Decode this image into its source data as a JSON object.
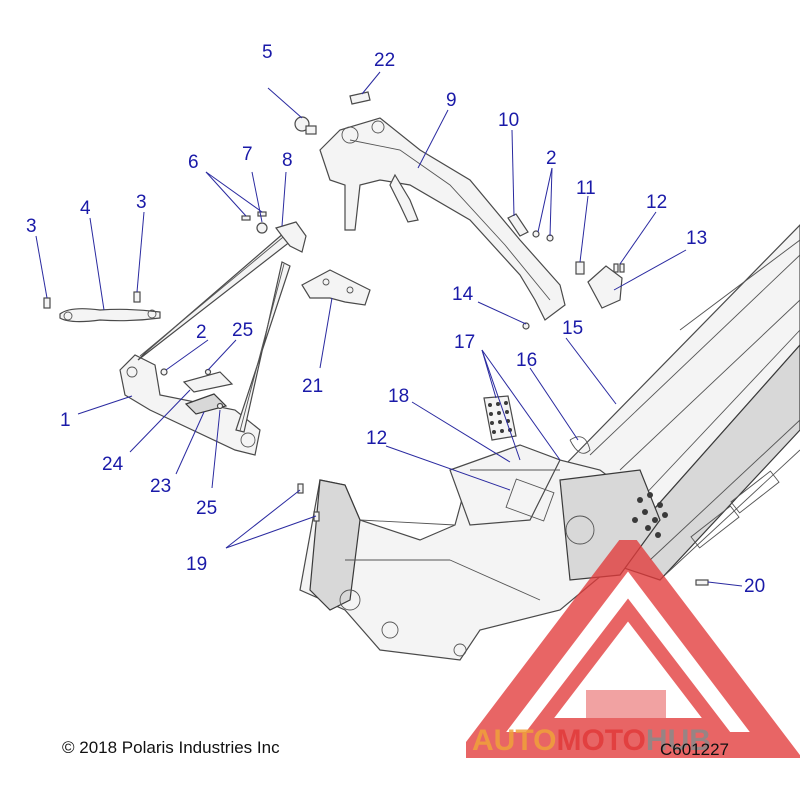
{
  "diagram": {
    "callouts": [
      "1",
      "2",
      "2",
      "3",
      "3",
      "4",
      "5",
      "6",
      "7",
      "8",
      "9",
      "10",
      "11",
      "12",
      "12",
      "13",
      "14",
      "15",
      "16",
      "17",
      "18",
      "19",
      "20",
      "21",
      "22",
      "23",
      "24",
      "25",
      "25"
    ]
  },
  "footer": {
    "copyright": "© 2018 Polaris Industries Inc",
    "drawing_id": "C601227"
  },
  "watermark": {
    "word_a": "AUTO",
    "word_b": "MOTO",
    "word_c": "HUB"
  },
  "colors": {
    "callout": "#1a1aa8",
    "watermark_red": "#e23a3a",
    "watermark_orange": "#f0a23a",
    "watermark_gray": "#8a8a8a"
  }
}
